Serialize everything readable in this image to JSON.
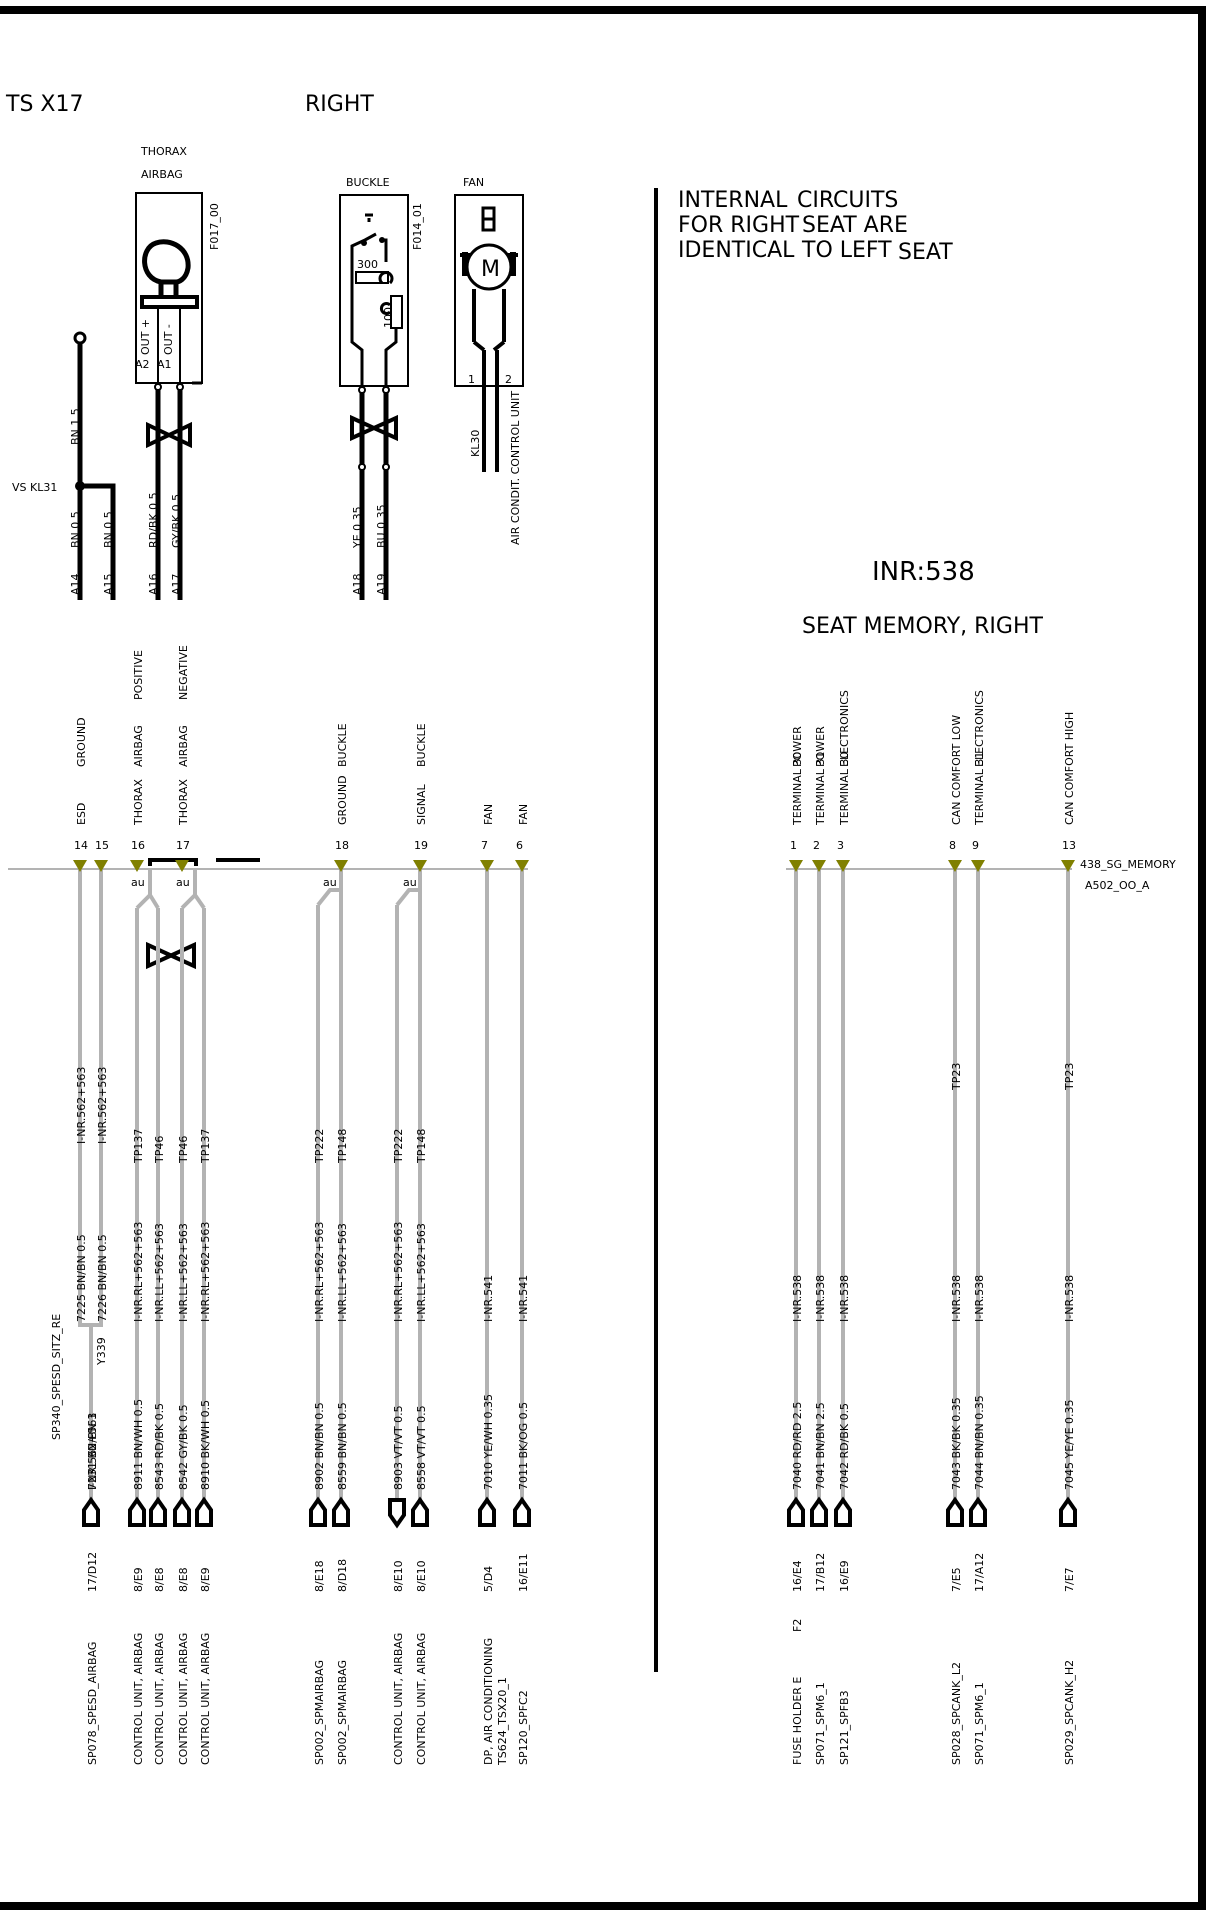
{
  "header": {
    "left_title": "TS X17",
    "right_title": "RIGHT"
  },
  "components": {
    "thorax_airbag": {
      "label_top": "THORAX",
      "label_bottom": "AIRBAG",
      "code": "F017_00",
      "out_plus": "OUT +",
      "out_minus": "OUT -",
      "pin_a2": "A2",
      "pin_a1": "A1"
    },
    "buckle": {
      "label": "BUCKLE",
      "code": "F014_01",
      "r1": "300",
      "r2": "100"
    },
    "fan": {
      "label": "FAN",
      "motor": "M",
      "pin1": "1",
      "pin2": "2",
      "kl30": "KL30",
      "unit": "AIR CONDIT. CONTROL UNIT"
    }
  },
  "top_labels": {
    "vs_kl31": "VS KL31",
    "bn15": "BN 1.5",
    "upper_wires": [
      "BN 0.5",
      "BN 0.5",
      "RD/BK 0.5",
      "GY/BK 0.5",
      "YE 0.35",
      "BU 0.35"
    ],
    "a_pins": [
      "A14",
      "A15",
      "A16",
      "A17",
      "A18",
      "A19"
    ]
  },
  "note": [
    "INTERNAL",
    "CIRCUITS",
    "FOR RIGHT",
    "SEAT ARE",
    "IDENTICAL",
    "TO LEFT",
    "SEAT"
  ],
  "module": {
    "inr": "INR:538",
    "title": "SEAT MEMORY, RIGHT",
    "connector": "438_SG_MEMORY",
    "connector2": "A502_OO_A"
  },
  "au_label": "au",
  "splice": {
    "name": "SP340_SPESD_SITZ_RE",
    "y": "Y339"
  },
  "pins": [
    {
      "num": "14",
      "f1": "ESD",
      "f2": "GROUND",
      "f3": "",
      "inr": "I-NR.562+563",
      "tp": "",
      "mid": "7225 BN/BN 0.5",
      "low": "",
      "wire": "",
      "conn": "",
      "dest": ""
    },
    {
      "num": "15",
      "f1": "",
      "f2": "",
      "f3": "",
      "inr": "I-NR.562+563",
      "tp": "",
      "mid": "7226 BN/BN 0.5",
      "low": "",
      "wire": "",
      "conn": "",
      "dest": ""
    },
    {
      "num": "",
      "f1": "",
      "f2": "",
      "f3": "",
      "inr": "",
      "tp": "",
      "mid": "",
      "low": "I-NR.562+563",
      "wire": "7231 BN/BN 1",
      "conn": "17/D12",
      "dest": "SP078_SPESD_AIRBAG"
    },
    {
      "num": "16",
      "f1": "THORAX",
      "f2": "AIRBAG",
      "f3": "POSITIVE",
      "inr": "",
      "tp": "TP137",
      "mid": "I-NR.RL+562+563",
      "low": "",
      "wire": "8911 BN/WH 0.5",
      "conn": "8/E9",
      "dest": "CONTROL UNIT, AIRBAG"
    },
    {
      "num": "",
      "f1": "",
      "f2": "",
      "f3": "",
      "inr": "",
      "tp": "TP46",
      "mid": "I-NR.LL+562+563",
      "low": "",
      "wire": "8543 RD/BK 0.5",
      "conn": "8/E8",
      "dest": "CONTROL UNIT, AIRBAG"
    },
    {
      "num": "17",
      "f1": "THORAX",
      "f2": "AIRBAG",
      "f3": "NEGATIVE",
      "inr": "",
      "tp": "TP46",
      "mid": "I-NR.LL+562+563",
      "low": "",
      "wire": "8542 GY/BK 0.5",
      "conn": "8/E8",
      "dest": "CONTROL UNIT, AIRBAG"
    },
    {
      "num": "",
      "f1": "",
      "f2": "",
      "f3": "",
      "inr": "",
      "tp": "TP137",
      "mid": "I-NR.RL+562+563",
      "low": "",
      "wire": "8910 BK/WH 0.5",
      "conn": "8/E9",
      "dest": "CONTROL UNIT, AIRBAG"
    },
    {
      "num": "",
      "f1": "",
      "f2": "",
      "f3": "",
      "inr": "",
      "tp": "TP222",
      "mid": "I-NR.RL+562+563",
      "low": "",
      "wire": "8902 BN/BN 0.5",
      "conn": "8/E18",
      "dest": "SP002_SPMAIRBAG"
    },
    {
      "num": "18",
      "f1": "GROUND",
      "f2": "BUCKLE",
      "f3": "",
      "inr": "",
      "tp": "TP148",
      "mid": "I-NR.LL+562+563",
      "low": "",
      "wire": "8559 BN/BN 0.5",
      "conn": "8/D18",
      "dest": "SP002_SPMAIRBAG"
    },
    {
      "num": "",
      "f1": "",
      "f2": "",
      "f3": "",
      "inr": "",
      "tp": "TP222",
      "mid": "I-NR.RL+562+563",
      "low": "",
      "wire": "8903 VT/VT 0.5",
      "conn": "8/E10",
      "dest": "CONTROL UNIT, AIRBAG"
    },
    {
      "num": "19",
      "f1": "SIGNAL",
      "f2": "BUCKLE",
      "f3": "",
      "inr": "",
      "tp": "TP148",
      "mid": "I-NR.LL+562+563",
      "low": "",
      "wire": "8558 VT/VT 0.5",
      "conn": "8/E10",
      "dest": "CONTROL UNIT, AIRBAG"
    },
    {
      "num": "7",
      "f1": "FAN",
      "f2": "",
      "f3": "",
      "inr": "",
      "tp": "",
      "mid": "I-NR.541",
      "low": "",
      "wire": "7010 YE/WH 0.35",
      "conn": "5/D4",
      "dest": "DP, AIR CONDITIONING",
      "dest2": "TS624_TSX20_1"
    },
    {
      "num": "6",
      "f1": "FAN",
      "f2": "",
      "f3": "",
      "inr": "",
      "tp": "",
      "mid": "I-NR.541",
      "low": "",
      "wire": "7011 BK/OG 0.5",
      "conn": "16/E11",
      "dest": "SP120_SPFC2"
    },
    {
      "num": "1",
      "f1": "TERMINAL 30",
      "f2": "POWER",
      "f3": "",
      "inr": "",
      "tp": "",
      "mid": "I-NR.538",
      "low": "",
      "wire": "7040 RD/RD 2.5",
      "conn": "16/E4",
      "dest": "FUSE HOLDER E",
      "dest2": "F2"
    },
    {
      "num": "2",
      "f1": "TERMINAL 31",
      "f2": "POWER",
      "f3": "",
      "inr": "",
      "tp": "",
      "mid": "I-NR.538",
      "low": "",
      "wire": "7041 BN/BN 2.5",
      "conn": "17/B12",
      "dest": "SP071_SPM6_1"
    },
    {
      "num": "3",
      "f1": "TERMINAL 30",
      "f2": "ELECTRONICS",
      "f3": "",
      "inr": "",
      "tp": "",
      "mid": "I-NR.538",
      "low": "",
      "wire": "7042 RD/BK 0.5",
      "conn": "16/E9",
      "dest": "SP121_SPFB3"
    },
    {
      "num": "8",
      "f1": "CAN COMFORT LOW",
      "f2": "",
      "f3": "",
      "inr": "",
      "tp": "TP23",
      "mid": "I-NR.538",
      "low": "",
      "wire": "7043 BK/BK 0.35",
      "conn": "7/E5",
      "dest": "SP028_SPCANK_L2"
    },
    {
      "num": "9",
      "f1": "TERMINAL 31",
      "f2": "ELECTRONICS",
      "f3": "",
      "inr": "",
      "tp": "",
      "mid": "I-NR.538",
      "low": "",
      "wire": "7044 BN/BN 0.35",
      "conn": "17/A12",
      "dest": "SP071_SPM6_1"
    },
    {
      "num": "13",
      "f1": "CAN COMFORT HIGH",
      "f2": "",
      "f3": "",
      "inr": "",
      "tp": "TP23",
      "mid": "I-NR.538",
      "low": "",
      "wire": "7045 YE/YE 0.35",
      "conn": "7/E7",
      "dest": "SP029_SPCANK_H2"
    }
  ]
}
